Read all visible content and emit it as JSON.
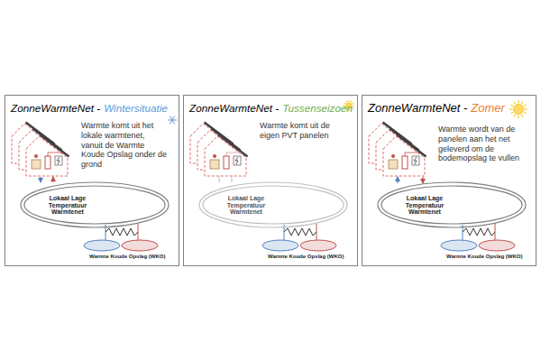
{
  "diagram": {
    "nodes": [
      {
        "text": [
          "ZonneWarmteNet -",
          "Wintersituatie",
          "Warmte komt uit het lokale warmtenet, vanuit de Warmte Koude Opslag onder de grond"
        ]
      },
      {
        "text": [
          "Lokaal Lage Temperatuur Warmtenet"
        ],
        "in": 0
      },
      {
        "text": [
          "ZonneWarmteNet -",
          "Tussenseizoen",
          "Warmte komt uit de eigen PVT panelen"
        ]
      },
      {
        "text": [
          "Lokaal Lage Temperatuur Warmtenet"
        ],
        "in": 2
      },
      {
        "text": [
          "ZonneWarmteNet -",
          "Zomer",
          "Warmte wordt van de panelen aan het net geleverd om de bodemopslag te vullen"
        ]
      },
      {
        "text": [
          "Lokaal Lage Temperatuur Warmtenet"
        ],
        "in": 4
      }
    ],
    "labels": [
      "Warmte Koude Opslag (WKO)",
      "Warmte Koude Opslag (WKO)",
      "Warmte Koude Opslag (WKO)"
    ]
  }
}
